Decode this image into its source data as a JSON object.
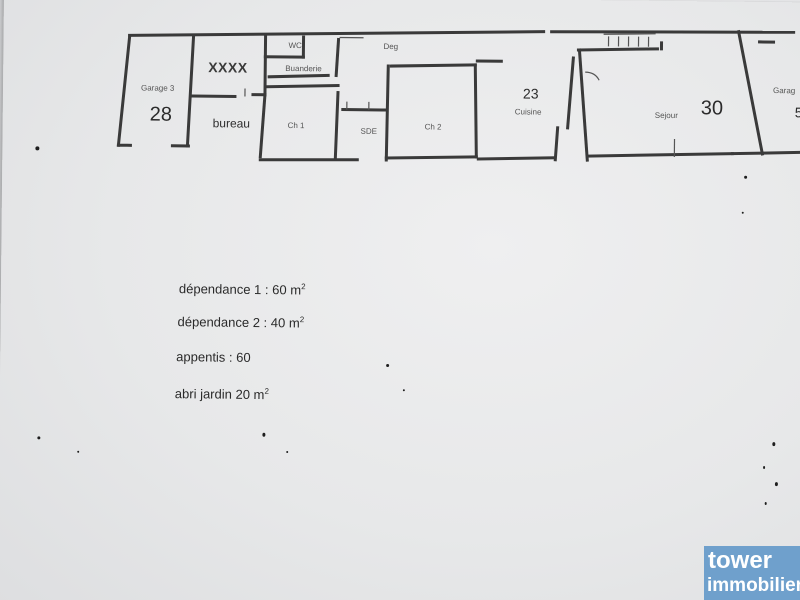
{
  "floor_plan": {
    "rooms": {
      "garage_left": "Garage 3",
      "xxxx": "XXXX",
      "bureau": "bureau",
      "wc": "WC",
      "buanderie": "Buanderie",
      "deg": "Deg",
      "ch1": "Ch 1",
      "sde": "SDE",
      "ch2": "Ch 2",
      "cuisine": "Cuisine",
      "sejour": "Sejour",
      "garage_right": "Garag"
    },
    "areas": {
      "garage_left": "28",
      "cuisine": "23",
      "sejour": "30",
      "garage_right": "5"
    }
  },
  "surfaces": [
    {
      "label": "dépendance  1 :  60 m",
      "unit": "2"
    },
    {
      "label": "dépendance 2  : 40 m",
      "unit": "2"
    },
    {
      "label": "appentis  :       60",
      "unit": ""
    },
    {
      "label": "abri jardin  20 m",
      "unit": "2"
    }
  ],
  "watermark": {
    "line1": "tower",
    "line2": "immobilier",
    "color": "#5e96c8"
  }
}
